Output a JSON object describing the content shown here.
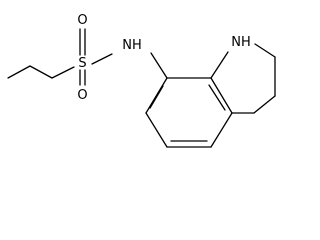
{
  "molecule": {
    "atoms": {
      "s": "S",
      "o_top": "O",
      "o_bottom": "O",
      "nh_sulfonamide": "NH",
      "nh_ring": "NH"
    }
  },
  "colors": {
    "stroke": "#000000",
    "background": "#ffffff"
  }
}
